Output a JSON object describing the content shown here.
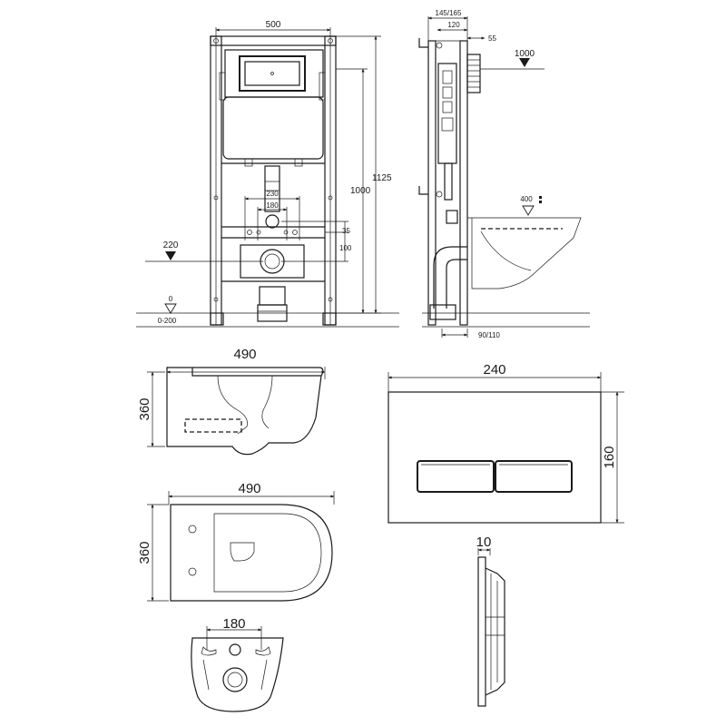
{
  "frame_front": {
    "width": "500",
    "height_total": "1125",
    "height_mount": "1000",
    "pipe_spacing_outer": "230",
    "pipe_spacing_inner": "180",
    "offset_small": "35",
    "offset_outlet": "100",
    "outlet_level": "220",
    "floor_level": "0",
    "floor_range": "0-200"
  },
  "frame_side": {
    "depth_range": "145/165",
    "depth_inner": "120",
    "depth_pipe": "55",
    "level_top": "1000",
    "level_bowl": "400",
    "base_depth": "90/110"
  },
  "toilet_side": {
    "length": "490",
    "height": "360"
  },
  "toilet_top": {
    "length": "490",
    "width": "360"
  },
  "toilet_back": {
    "bolt_spacing": "180"
  },
  "flush_plate": {
    "width": "240",
    "height": "160",
    "thickness": "10"
  }
}
